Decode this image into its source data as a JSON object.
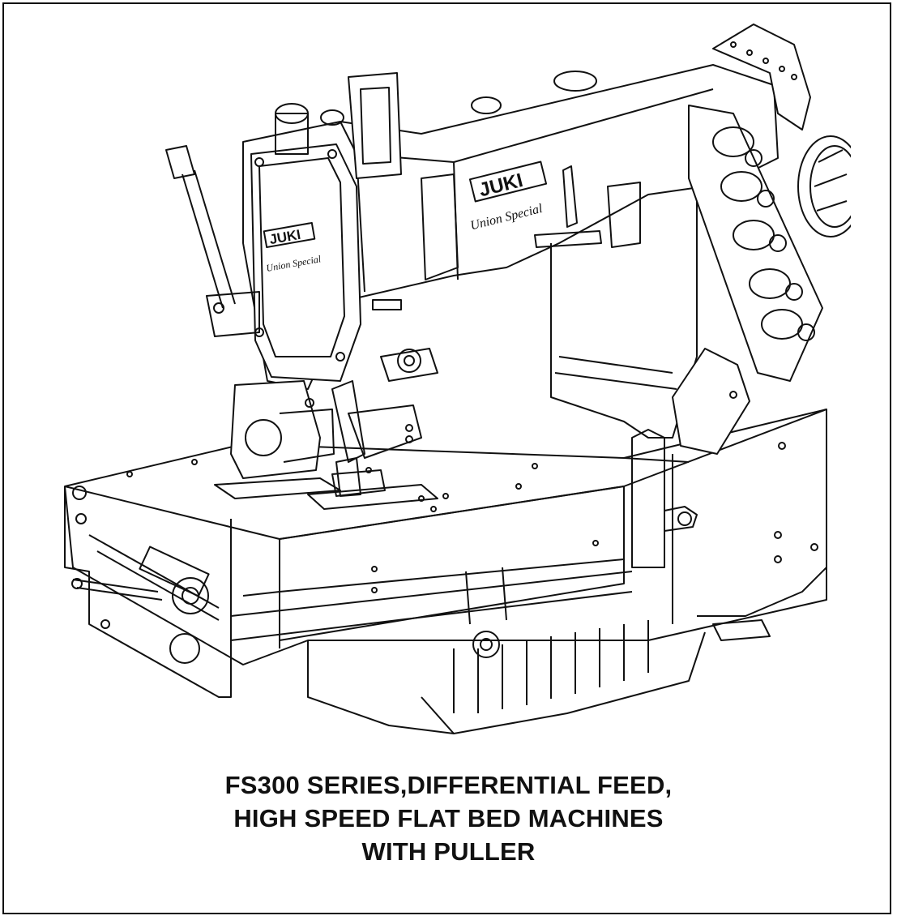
{
  "illustration": {
    "brand_logo_text": "JUKI",
    "brand_script_text": "Union Special",
    "line_color": "#111111",
    "background": "#ffffff"
  },
  "caption": {
    "line1": "FS300 SERIES,DIFFERENTIAL FEED,",
    "line2": "HIGH SPEED FLAT BED MACHINES",
    "line3": "WITH PULLER"
  }
}
